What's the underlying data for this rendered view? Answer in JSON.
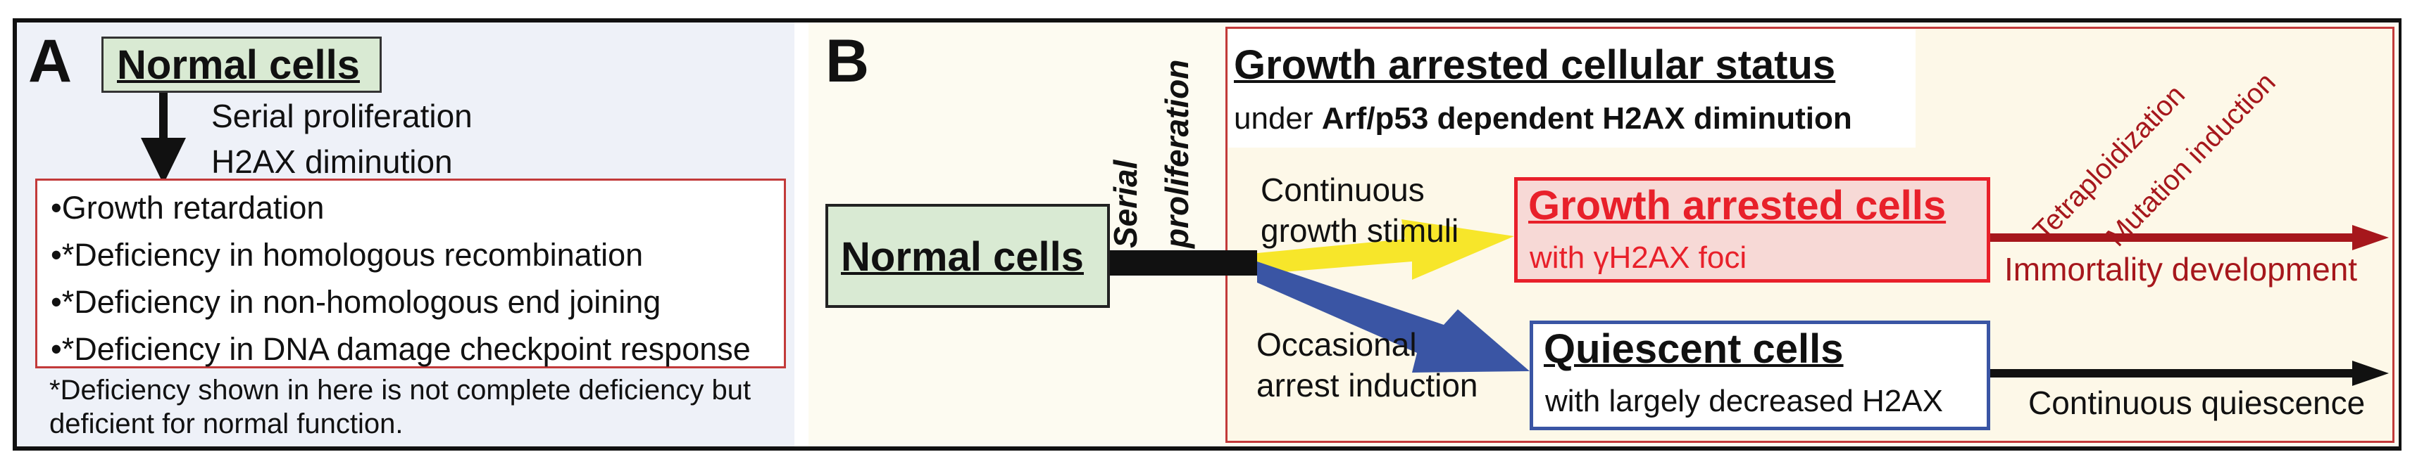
{
  "panel_a": {
    "letter": "A",
    "normal_cells": "Normal cells",
    "step_line1": "Serial proliferation",
    "step_line2": "H2AX diminution",
    "deficiencies": [
      "•Growth retardation",
      "•*Deficiency in homologous recombination",
      "•*Deficiency in non-homologous end joining",
      "•*Deficiency in DNA damage checkpoint response"
    ],
    "footnote_line1": "*Deficiency shown in here is not complete deficiency but",
    "footnote_line2": "deficient for normal function."
  },
  "panel_b": {
    "letter": "B",
    "normal_cells": "Normal cells",
    "serial": "Serial",
    "proliferation": "proliferation",
    "status_title": "Growth arrested cellular status",
    "status_under": "under",
    "status_bold": "Arf/p53 dependent H2AX diminution",
    "continuous_line1": "Continuous",
    "continuous_line2": "growth stimuli",
    "occasional_line1": "Occasional",
    "occasional_line2": "arrest induction",
    "growth_arrested_title": "Growth arrested cells",
    "growth_arrested_sub": "with γH2AX foci",
    "quiescent_title": "Quiescent cells",
    "quiescent_sub": "with largely decreased H2AX",
    "tetraploidization": "Tetraploidization",
    "mutation_induction": "Mutation induction",
    "immortality": "Immortality development",
    "continuous_quiescence": "Continuous quiescence"
  },
  "colors": {
    "normal_fill": "#d9ead3",
    "red": "#e8202a",
    "dark_red": "#a6171c",
    "blue": "#3a55a4",
    "yellow": "#f7e62a",
    "growth_box_fill": "#f7d9d6"
  }
}
